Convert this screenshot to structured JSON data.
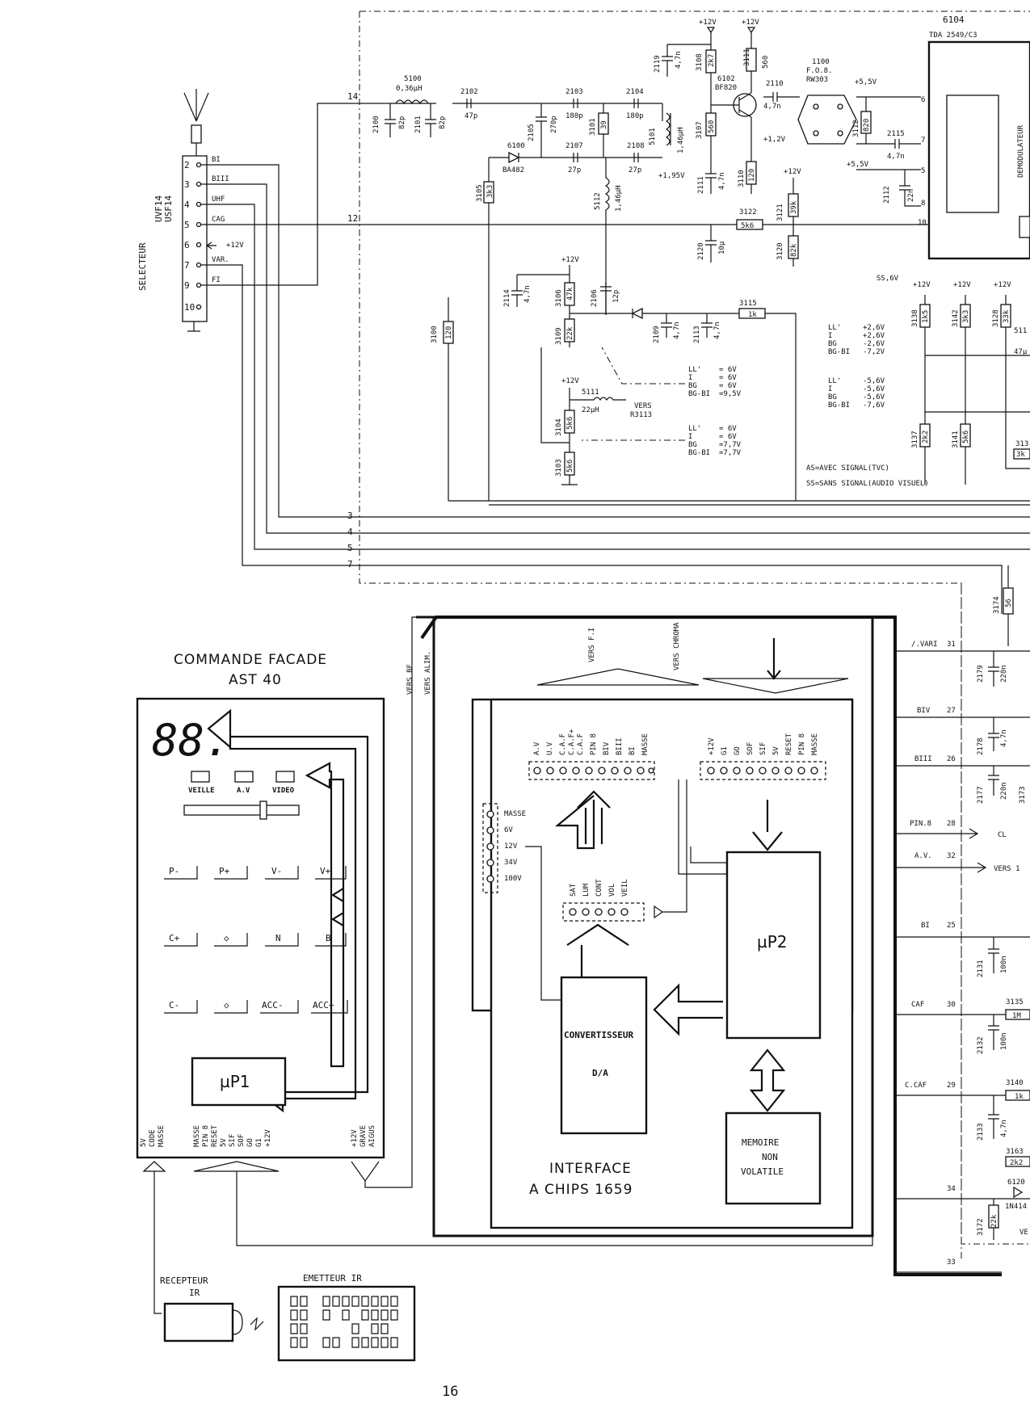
{
  "page_number": "16",
  "tuner": {
    "selector_label": "SELECTEUR",
    "model_1": "UVF14",
    "model_2": "USF14",
    "pins": [
      {
        "num": "2",
        "sig": "BI"
      },
      {
        "num": "3",
        "sig": "BIII"
      },
      {
        "num": "4",
        "sig": "UHF"
      },
      {
        "num": "5",
        "sig": "CAG"
      },
      {
        "num": "6",
        "sig": "+12V"
      },
      {
        "num": "7",
        "sig": "VAR."
      },
      {
        "num": "9",
        "sig": "FI"
      },
      {
        "num": "10",
        "sig": ""
      }
    ]
  },
  "if_stage": {
    "nodes": {
      "n14": "14",
      "n12": "12",
      "n3": "3",
      "n4": "4",
      "n5": "5",
      "n7": "7"
    },
    "coil_5100": {
      "ref": "5100",
      "val": "0,36µH"
    },
    "components": [
      {
        "ref": "2100",
        "val": "82p"
      },
      {
        "ref": "2101",
        "val": "82p"
      },
      {
        "ref": "2102",
        "val": "47p"
      },
      {
        "ref": "2103",
        "val": "180p"
      },
      {
        "ref": "2104",
        "val": "180p"
      },
      {
        "ref": "2105",
        "val": "270p"
      },
      {
        "ref": "3101",
        "val": "39"
      },
      {
        "ref": "5101",
        "val": "1,46µH"
      },
      {
        "ref": "6100",
        "val": "BA482"
      },
      {
        "ref": "2107",
        "val": "27p"
      },
      {
        "ref": "2108",
        "val": "27p"
      },
      {
        "ref": "3105",
        "val": "3k3"
      },
      {
        "ref": "5112",
        "val": "1,46µH"
      },
      {
        "ref": "2119",
        "val": "4,7n"
      },
      {
        "ref": "3108",
        "val": "2k7"
      },
      {
        "ref": "3111",
        "val": "560"
      },
      {
        "ref": "3107",
        "val": "560"
      },
      {
        "ref": "2111",
        "val": "4,7n"
      },
      {
        "ref": "3110",
        "val": "120"
      },
      {
        "ref": "2110",
        "val": "4,7n"
      },
      {
        "ref": "3112",
        "val": "820"
      },
      {
        "ref": "2115",
        "val": "4,7n"
      },
      {
        "ref": "2112",
        "val": "22n"
      },
      {
        "ref": "3121",
        "val": "39k"
      },
      {
        "ref": "3122",
        "val": "5k6"
      },
      {
        "ref": "2120",
        "val": "10µ"
      },
      {
        "ref": "3120",
        "val": "82k"
      },
      {
        "ref": "3100",
        "val": "120"
      },
      {
        "ref": "2114",
        "val": "4,7n"
      },
      {
        "ref": "3106",
        "val": "47k"
      },
      {
        "ref": "2106",
        "val": "12p"
      },
      {
        "ref": "3109",
        "val": "22k"
      },
      {
        "ref": "2109",
        "val": "4,7n"
      },
      {
        "ref": "2113",
        "val": "4,7n"
      },
      {
        "ref": "3115",
        "val": "1k"
      },
      {
        "ref": "3104",
        "val": "5k6"
      },
      {
        "ref": "3103",
        "val": "5k6"
      },
      {
        "ref": "3138",
        "val": "1k5"
      },
      {
        "ref": "3142",
        "val": "3k3"
      },
      {
        "ref": "3128",
        "val": "33k"
      },
      {
        "ref": "3137",
        "val": "2k2"
      },
      {
        "ref": "3141",
        "val": "5k6"
      },
      {
        "ref": "3174",
        "val": "56"
      }
    ],
    "transistor": {
      "ref": "6102",
      "type": "BF820"
    },
    "saw_filter": {
      "ref": "1100",
      "type_1": "F.O.8.",
      "type_2": "RW303"
    },
    "coil_5111": {
      "ref": "5111",
      "val": "22µH",
      "dest_1": "VERS",
      "dest_2": "R3113"
    },
    "ic": {
      "ref": "6104",
      "type": "TDA 2549/C3",
      "block": "DEMODULATEUR",
      "pins": [
        "6",
        "7",
        "5",
        "8",
        "10"
      ]
    },
    "supply": "+12V",
    "volt_p55": "+5,5V",
    "volt_p12": "+1,2V",
    "volt_195": "+1,95V",
    "volt_ss": "SS,6V",
    "table_a": [
      [
        "LL'",
        "= 6V"
      ],
      [
        "I",
        "= 6V"
      ],
      [
        "BG",
        "= 6V"
      ],
      [
        "BG-BI",
        "=9,5V"
      ]
    ],
    "table_b": [
      [
        "LL'",
        "= 6V"
      ],
      [
        "I",
        "= 6V"
      ],
      [
        "BG",
        "=7,7V"
      ],
      [
        "BG-BI",
        "=7,7V"
      ]
    ],
    "table_c": [
      [
        "LL'",
        "+2,6V"
      ],
      [
        "I",
        "+2,6V"
      ],
      [
        "BG",
        "-2,6V"
      ],
      [
        "BG-BI",
        "-7,2V"
      ]
    ],
    "table_d": [
      [
        "LL'",
        "-5,6V"
      ],
      [
        "I",
        "-5,6V"
      ],
      [
        "BG",
        "-5,6V"
      ],
      [
        "BG-BI",
        "-7,6V"
      ]
    ],
    "note_as": "AS=AVEC SIGNAL(TVC)",
    "note_ss": "SS=SANS SIGNAL(AUDIO VISUEL)",
    "cut_5113": "511",
    "cut_47": "47µ",
    "cut_313": "313",
    "cut_3k": "3k"
  },
  "front_panel": {
    "title_1": "COMMANDE FACADE",
    "title_2": "AST 40",
    "display": "88.",
    "leds": [
      "VEILLE",
      "A.V",
      "VIDEO"
    ],
    "keys": [
      "P-",
      "P+",
      "V-",
      "V+",
      "C+",
      "◇",
      "N",
      "B",
      "C-",
      "◇",
      "ACC-",
      "ACC+"
    ],
    "mcu": "µP1",
    "conn_a": [
      "5V",
      "CODE",
      "MASSE"
    ],
    "conn_b": [
      "MASSE",
      "PIN 8",
      "RESET",
      "5V",
      "SIF",
      "SOF",
      "GO",
      "G1",
      "+12V"
    ],
    "conn_c": [
      "+12V",
      "GRAVE",
      "AIGUS"
    ],
    "vers_bf": "VERS BF",
    "vers_alim": "VERS ALIM."
  },
  "ir": {
    "receiver_1": "RECEPTEUR",
    "receiver_2": "IR",
    "emitter": "EMETTEUR IR"
  },
  "interface": {
    "title_1": "INTERFACE",
    "title_2": "A CHIPS 1659",
    "vers_fi": "VERS F.I",
    "vers_chroma": "VERS CHROMA",
    "conn1": [
      "A.V",
      "U.V",
      "C.A.F",
      "C.A.F+",
      "C.A.F",
      "PIN 8",
      "BIV",
      "BIII",
      "BI",
      "MASSE"
    ],
    "conn2": [
      "+12V",
      "G1",
      "GO",
      "SOF",
      "SIF",
      "5V",
      "RESET",
      "PIN 8",
      "MASSE"
    ],
    "conn3": [
      "MASSE",
      "6V",
      "12V",
      "34V",
      "100V"
    ],
    "conn4": [
      "SAT",
      "LUM",
      "CONT",
      "VOL",
      "VEIL"
    ],
    "dac_1": "CONVERTISSEUR",
    "dac_2": "D/A",
    "mcu": "µP2",
    "mem_1": "MEMOIRE",
    "mem_2": "NON",
    "mem_3": "VOLATILE"
  },
  "right_column": {
    "rows": [
      {
        "label": "/.VARI",
        "pin": "31",
        "ref": "2179",
        "val": "220n"
      },
      {
        "label": "BIV",
        "pin": "27",
        "ref": "2178",
        "val": "4,7n"
      },
      {
        "label": "BIII",
        "pin": "26",
        "ref": "2177",
        "val": "220n"
      },
      {
        "label": "PIN.8",
        "pin": "28",
        "dest": "CL"
      },
      {
        "label": "A.V.",
        "pin": "32",
        "dest": "VERS 1"
      },
      {
        "label": "BI",
        "pin": "25",
        "ref": "2131",
        "val": "100n"
      },
      {
        "label": "CAF",
        "pin": "30",
        "ref": "2132",
        "val": "100n"
      },
      {
        "label": "C.CAF",
        "pin": "29",
        "ref": "2133",
        "val": "4,7n"
      },
      {
        "label": "",
        "pin": "34",
        "ref": "3172",
        "val": "22k"
      },
      {
        "label": "",
        "pin": "33"
      }
    ],
    "r3173": "3173",
    "r3135": {
      "ref": "3135",
      "val": "1M"
    },
    "r3140": {
      "ref": "3140",
      "val": "1k"
    },
    "r3163": {
      "ref": "3163",
      "val": "2k2"
    },
    "d6120": {
      "ref": "6120",
      "val": "1N414"
    },
    "ve": "VE"
  }
}
